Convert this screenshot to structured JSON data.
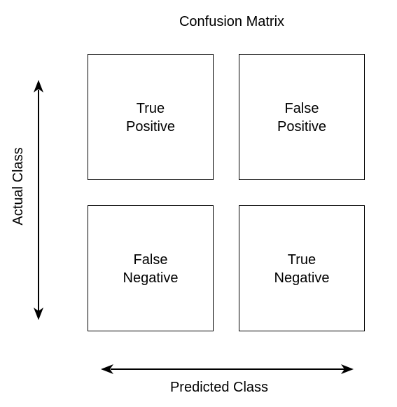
{
  "title": "Confusion Matrix",
  "cells": {
    "true_positive": {
      "line1": "True",
      "line2": "Positive"
    },
    "false_positive": {
      "line1": "False",
      "line2": "Positive"
    },
    "false_negative": {
      "line1": "False",
      "line2": "Negative"
    },
    "true_negative": {
      "line1": "True",
      "line2": "Negative"
    }
  },
  "axes": {
    "y_label": "Actual Class",
    "x_label": "Predicted Class"
  }
}
